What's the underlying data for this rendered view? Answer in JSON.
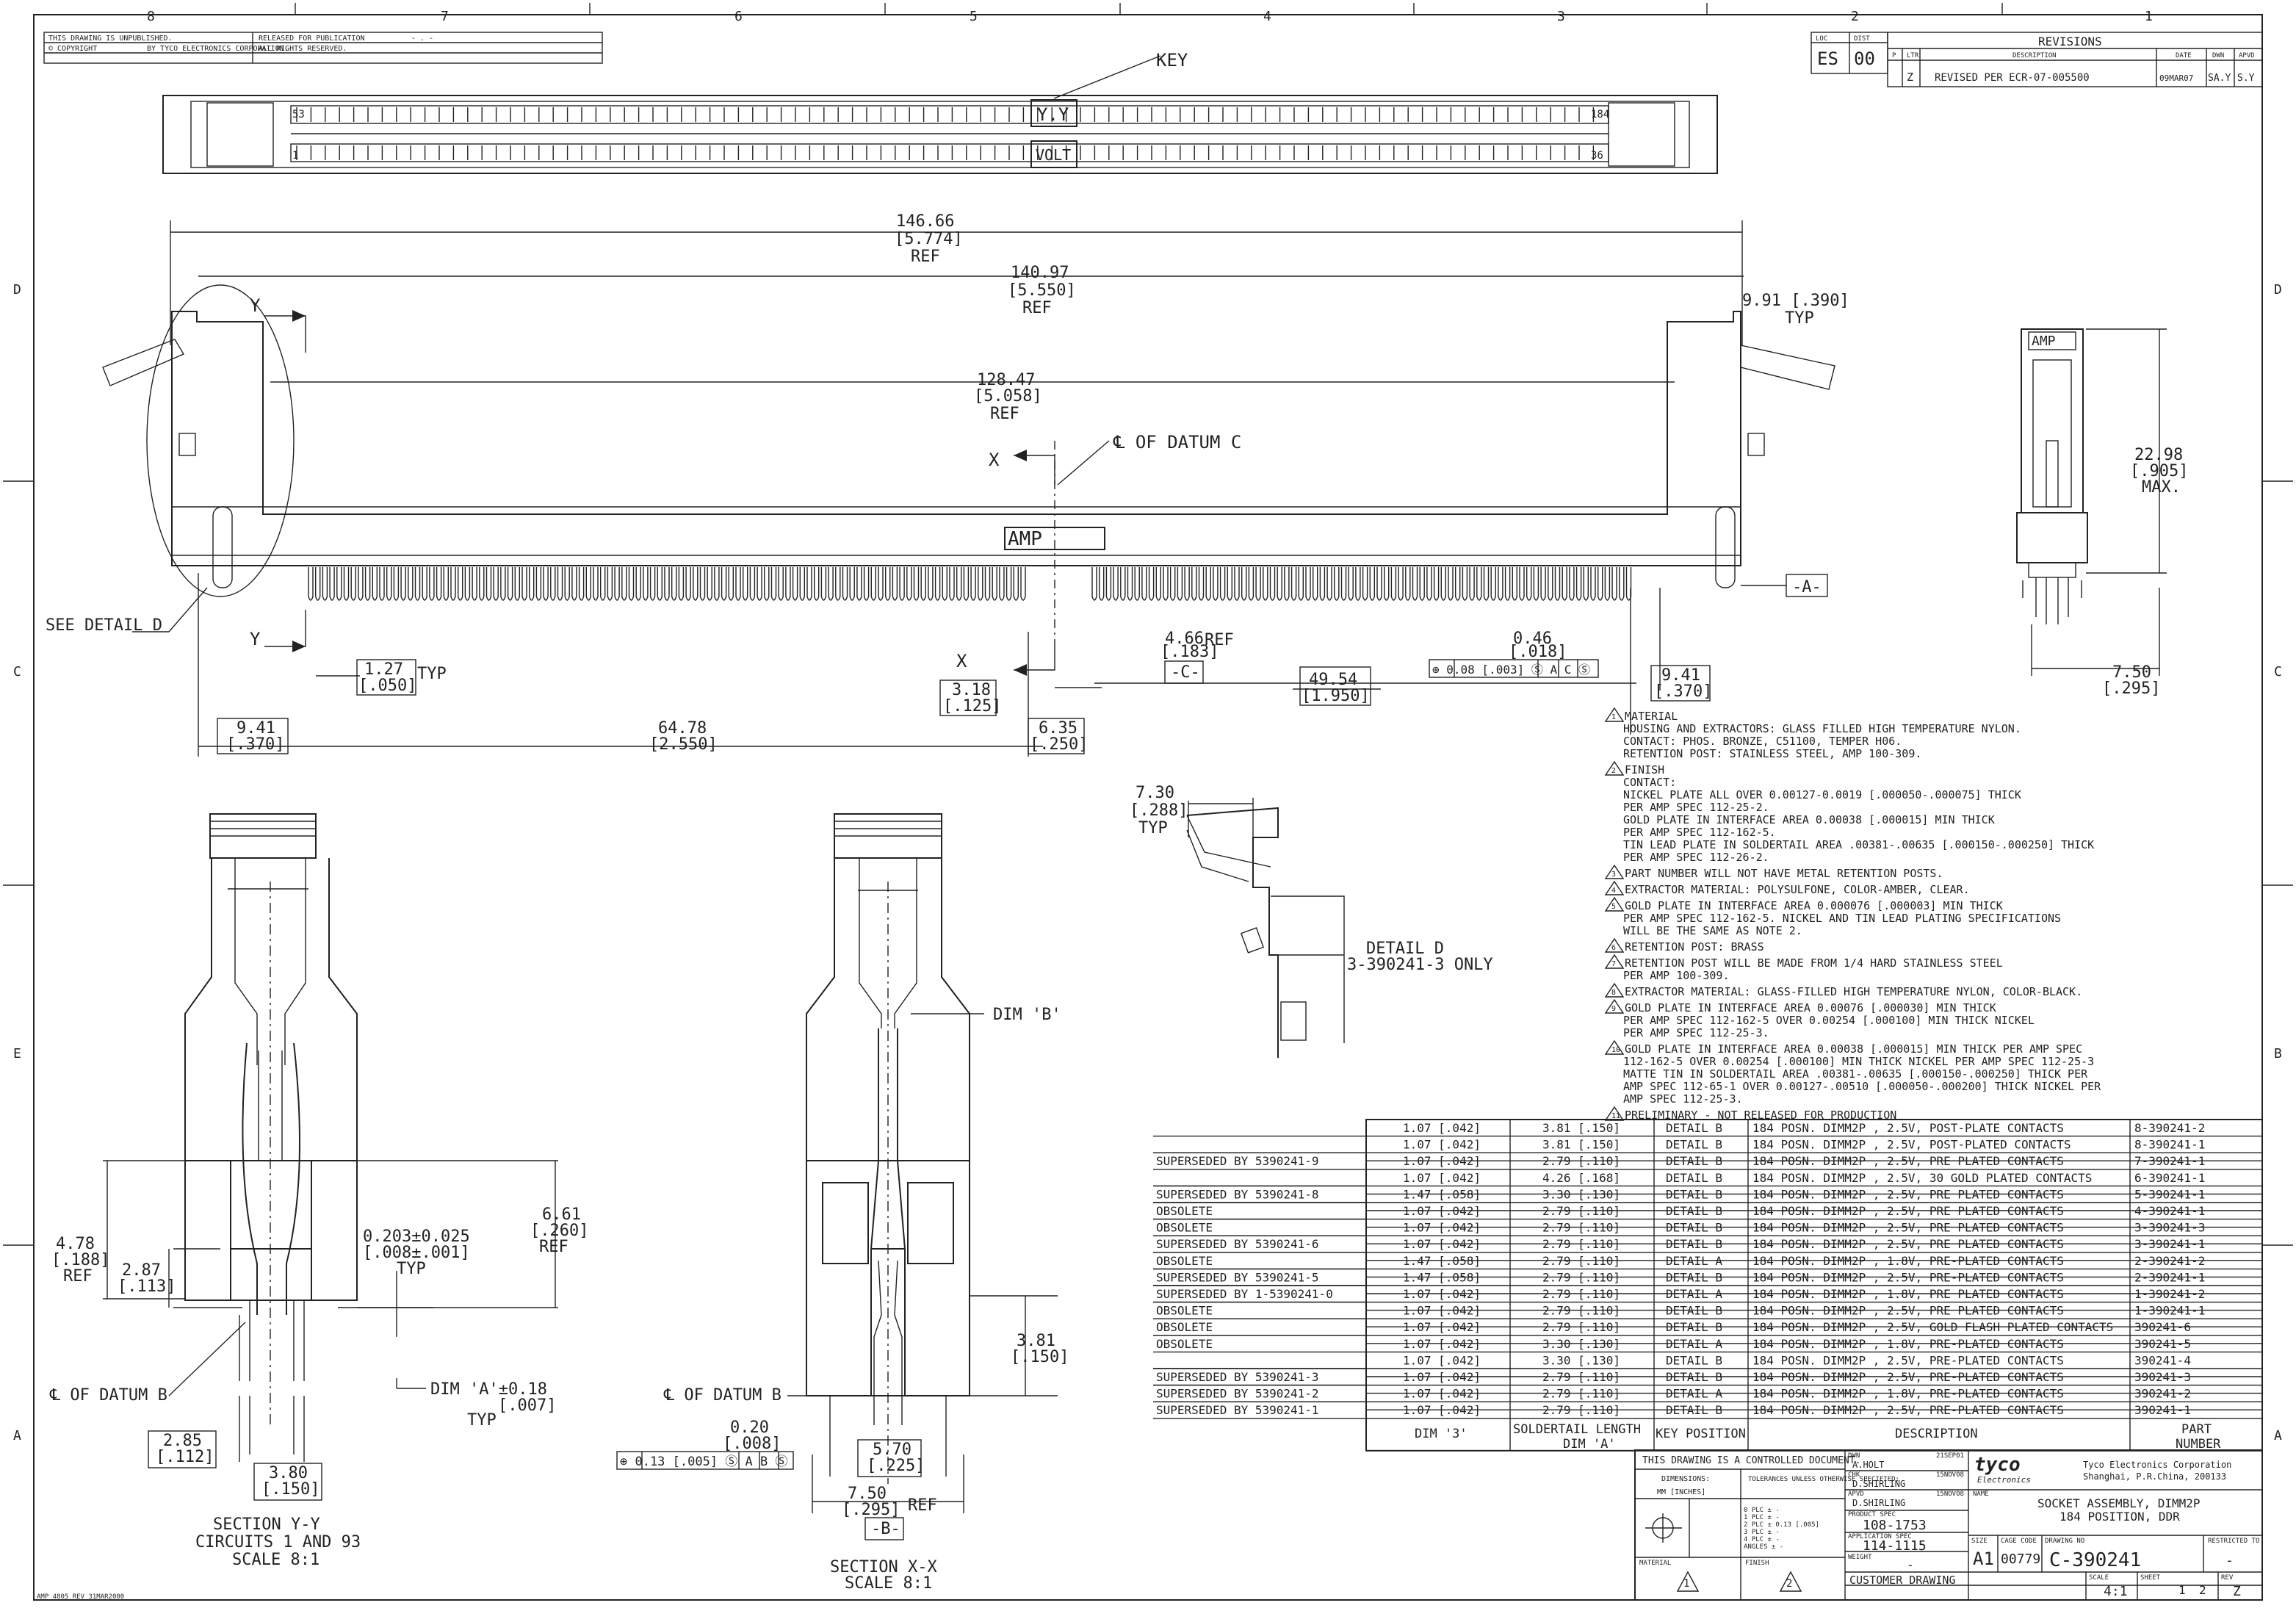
{
  "frame": {
    "col_labels": [
      "8",
      "7",
      "6",
      "5",
      "4",
      "3",
      "2",
      "1"
    ],
    "row_labels": [
      "D",
      "C",
      "E",
      "A"
    ],
    "row_labels_right": [
      "D",
      "C",
      "B",
      "A"
    ]
  },
  "top_left": {
    "unpublished": "THIS DRAWING IS UNPUBLISHED.",
    "released": "RELEASED FOR PUBLICATION",
    "released_val": "- . -",
    "copyright": "© COPYRIGHT",
    "copyright_by": "BY TYCO ELECTRONICS CORPORATION.",
    "rights": "ALL RIGHTS RESERVED."
  },
  "revision_block": {
    "loc_label": "LOC",
    "loc": "ES",
    "dist_label": "DIST",
    "dist": "00",
    "title": "REVISIONS",
    "headers": [
      "P",
      "LTR",
      "DESCRIPTION",
      "DATE",
      "DWN",
      "APVD"
    ],
    "row": {
      "ltr": "Z",
      "desc": "REVISED PER ECR-07-005500",
      "date": "09MAR07",
      "dwn": "SA.Y",
      "apvd": "S.Y"
    }
  },
  "top_view": {
    "key": "KEY",
    "yy": "Y.Y",
    "volt": "VOLT",
    "pin_53": "53",
    "pin_184": "184",
    "pin_1": "1",
    "pin_36": "36"
  },
  "front_view": {
    "d1": "146.66",
    "d1b": "[5.774]",
    "d1c": "REF",
    "d2": "140.97",
    "d2b": "[5.550]",
    "d2c": "REF",
    "d3": "128.47",
    "d3b": "[5.058]",
    "d3c": "REF",
    "d4": "9.91 [.390]",
    "d4b": "TYP",
    "datum_c": "℄ OF DATUM C",
    "amp": "AMP",
    "x_top": "X",
    "x_bot": "X",
    "y_top": "Y",
    "y_bot": "Y",
    "see_detail": "SEE DETAIL D",
    "d_127": "1.27",
    "d_127b": "[.050]",
    "typ": "TYP",
    "d_466": "4.66",
    "d_466b": "[.183]",
    "ref": "REF",
    "datum_c_box": "-C-",
    "d_046": "0.46",
    "d_046b": "[.018]",
    "tol_box": "⊕ 0.08 [.003] Ⓢ A C Ⓢ",
    "d_318": "3.18",
    "d_318b": "[.125]",
    "d_4954": "49.54",
    "d_4954b": "[1.950]",
    "d_941r": "9.41",
    "d_941rb": "[.370]",
    "d_941l": "9.41",
    "d_941lb": "[.370]",
    "d_6478": "64.78",
    "d_6478b": "[2.550]",
    "d_635": "6.35",
    "d_635b": "[.250]",
    "datum_a": "-A-"
  },
  "side_view": {
    "amp": "AMP",
    "d1": "22.98",
    "d1b": "[.905]",
    "d1c": "MAX.",
    "d2": "7.50",
    "d2b": "[.295]"
  },
  "notes": [
    {
      "n": "1",
      "lines": [
        "MATERIAL",
        "HOUSING AND EXTRACTORS: GLASS FILLED HIGH TEMPERATURE NYLON.",
        "CONTACT: PHOS. BRONZE, C51100, TEMPER H06.",
        "RETENTION POST: STAINLESS STEEL, AMP 100-309."
      ]
    },
    {
      "n": "2",
      "lines": [
        "FINISH",
        "CONTACT:",
        "NICKEL PLATE ALL OVER 0.00127-0.0019 [.000050-.000075] THICK",
        "PER AMP SPEC 112-25-2.",
        "GOLD PLATE IN INTERFACE AREA 0.00038 [.000015] MIN THICK",
        "PER AMP SPEC 112-162-5.",
        "TIN LEAD PLATE IN SOLDERTAIL AREA .00381-.00635 [.000150-.000250] THICK",
        "PER AMP SPEC 112-26-2."
      ]
    },
    {
      "n": "3",
      "lines": [
        "PART NUMBER WILL NOT HAVE METAL RETENTION POSTS."
      ]
    },
    {
      "n": "4",
      "lines": [
        "EXTRACTOR MATERIAL: POLYSULFONE, COLOR-AMBER, CLEAR."
      ]
    },
    {
      "n": "5",
      "lines": [
        "GOLD PLATE IN INTERFACE AREA 0.000076 [.000003] MIN THICK",
        "PER AMP SPEC 112-162-5. NICKEL AND TIN LEAD PLATING SPECIFICATIONS",
        "WILL BE THE SAME AS NOTE 2."
      ]
    },
    {
      "n": "6",
      "lines": [
        "RETENTION POST: BRASS"
      ]
    },
    {
      "n": "7",
      "lines": [
        "RETENTION POST WILL BE MADE FROM 1/4 HARD STAINLESS STEEL",
        "PER AMP 100-309."
      ]
    },
    {
      "n": "8",
      "lines": [
        "EXTRACTOR MATERIAL: GLASS-FILLED HIGH TEMPERATURE NYLON, COLOR-BLACK."
      ]
    },
    {
      "n": "9",
      "lines": [
        "GOLD PLATE IN INTERFACE AREA 0.00076 [.000030] MIN THICK",
        "PER AMP SPEC 112-162-5 OVER 0.00254 [.000100] MIN THICK NICKEL",
        "PER AMP SPEC 112-25-3."
      ]
    },
    {
      "n": "10",
      "lines": [
        "GOLD PLATE IN INTERFACE AREA 0.00038 [.000015] MIN THICK PER AMP SPEC",
        "112-162-5 OVER 0.00254 [.000100] MIN THICK NICKEL PER AMP SPEC 112-25-3",
        "MATTE TIN IN SOLDERTAIL AREA .00381-.00635 [.000150-.000250] THICK PER",
        "AMP SPEC 112-65-1 OVER 0.00127-.00510 [.000050-.000200] THICK NICKEL PER",
        "AMP SPEC 112-25-3."
      ]
    },
    {
      "n": "11",
      "lines": [
        "PRELIMINARY - NOT RELEASED FOR PRODUCTION"
      ]
    }
  ],
  "detail_d": {
    "d1": "7.30",
    "d1b": "[.288]",
    "d1c": "TYP",
    "label1": "DETAIL D",
    "label2": "3-390241-3 ONLY"
  },
  "section_yy": {
    "d478": "4.78",
    "d478b": "[.188]",
    "d478c": "REF",
    "d287": "2.87",
    "d287b": "[.113]",
    "d0203": "0.203±0.025",
    "d0203b": "[.008±.001]",
    "d0203c": "TYP",
    "d661": "6.61",
    "d661b": "[.260]",
    "d661c": "REF",
    "datum_b": "℄ OF DATUM B",
    "dim_a": "DIM 'A'±0.18",
    "dim_ab": "[.007]",
    "dim_ac": "TYP",
    "d285": "2.85",
    "d285b": "[.112]",
    "d380": "3.80",
    "d380b": "[.150]",
    "title1": "SECTION Y-Y",
    "title2": "CIRCUITS 1 AND 93",
    "title3": "SCALE 8:1"
  },
  "section_xx": {
    "dim_b": "DIM 'B'",
    "datum_b": "℄ OF DATUM B",
    "d020": "0.20",
    "d020b": "[.008]",
    "tol": "⊕ 0.13 [.005] Ⓢ A B Ⓢ",
    "d381": "3.81",
    "d381b": "[.150]",
    "d570": "5.70",
    "d570b": "[.225]",
    "d750": "7.50",
    "d750b": "[.295]",
    "ref": "REF",
    "datum_b_box": "-B-",
    "title1": "SECTION X-X",
    "title2": "SCALE 8:1"
  },
  "part_table": {
    "headers": [
      "DIM '3'",
      "SOLDERTAIL LENGTH DIM 'A'",
      "KEY POSITION",
      "DESCRIPTION",
      "PART NUMBER"
    ],
    "rows": [
      {
        "note": "",
        "dim3": "1.07 [.042]",
        "dima": "3.81 [.150]",
        "key": "DETAIL B",
        "desc": "184 POSN. DIMM2P , 2.5V, POST-PLATE CONTACTS",
        "pn": "8-390241-2",
        "struck": false
      },
      {
        "note": "",
        "dim3": "1.07 [.042]",
        "dima": "3.81 [.150]",
        "key": "DETAIL B",
        "desc": "184 POSN. DIMM2P , 2.5V, POST-PLATED CONTACTS",
        "pn": "8-390241-1",
        "struck": false
      },
      {
        "note": "SUPERSEDED BY 5390241-9",
        "dim3": "1.07 [.042]",
        "dima": "2.79 [.110]",
        "key": "DETAIL B",
        "desc": "184 POSN. DIMM2P , 2.5V, PRE PLATED CONTACTS",
        "pn": "7-390241-1",
        "struck": true
      },
      {
        "note": "",
        "dim3": "1.07 [.042]",
        "dima": "4.26 [.168]",
        "key": "DETAIL B",
        "desc": "184 POSN. DIMM2P , 2.5V, 30 GOLD PLATED CONTACTS",
        "pn": "6-390241-1",
        "struck": false
      },
      {
        "note": "SUPERSEDED BY 5390241-8",
        "dim3": "1.47 [.058]",
        "dima": "3.30 [.130]",
        "key": "DETAIL B",
        "desc": "184 POSN. DIMM2P , 2.5V, PRE PLATED CONTACTS",
        "pn": "5-390241-1",
        "struck": true
      },
      {
        "note": "OBSOLETE",
        "dim3": "1.07 [.042]",
        "dima": "2.79 [.110]",
        "key": "DETAIL B",
        "desc": "184 POSN. DIMM2P , 2.5V, PRE PLATED CONTACTS",
        "pn": "4-390241-1",
        "struck": true
      },
      {
        "note": "OBSOLETE",
        "dim3": "1.07 [.042]",
        "dima": "2.79 [.110]",
        "key": "DETAIL B",
        "desc": "184 POSN. DIMM2P , 2.5V, PRE PLATED CONTACTS",
        "pn": "3-390241-3",
        "struck": true
      },
      {
        "note": "SUPERSEDED BY 5390241-6",
        "dim3": "1.07 [.042]",
        "dima": "2.79 [.110]",
        "key": "DETAIL B",
        "desc": "184 POSN. DIMM2P , 2.5V, PRE PLATED CONTACTS",
        "pn": "3-390241-1",
        "struck": true
      },
      {
        "note": "OBSOLETE",
        "dim3": "1.47 [.058]",
        "dima": "2.79 [.110]",
        "key": "DETAIL A",
        "desc": "184 POSN. DIMM2P , 1.8V, PRE-PLATED CONTACTS",
        "pn": "2-390241-2",
        "struck": true
      },
      {
        "note": "SUPERSEDED BY 5390241-5",
        "dim3": "1.47 [.058]",
        "dima": "2.79 [.110]",
        "key": "DETAIL B",
        "desc": "184 POSN. DIMM2P , 2.5V, PRE-PLATED CONTACTS",
        "pn": "2-390241-1",
        "struck": true
      },
      {
        "note": "SUPERSEDED BY 1-5390241-0",
        "dim3": "1.07 [.042]",
        "dima": "2.79 [.110]",
        "key": "DETAIL A",
        "desc": "184 POSN. DIMM2P , 1.8V, PRE PLATED CONTACTS",
        "pn": "1-390241-2",
        "struck": true
      },
      {
        "note": "OBSOLETE",
        "dim3": "1.07 [.042]",
        "dima": "2.79 [.110]",
        "key": "DETAIL B",
        "desc": "184 POSN. DIMM2P , 2.5V, PRE PLATED CONTACTS",
        "pn": "1-390241-1",
        "struck": true
      },
      {
        "note": "OBSOLETE",
        "dim3": "1.07 [.042]",
        "dima": "2.79 [.110]",
        "key": "DETAIL B",
        "desc": "184 POSN. DIMM2P , 2.5V, GOLD FLASH PLATED CONTACTS",
        "pn": "390241-6",
        "struck": true
      },
      {
        "note": "OBSOLETE",
        "dim3": "1.07 [.042]",
        "dima": "3.30 [.130]",
        "key": "DETAIL A",
        "desc": "184 POSN. DIMM2P , 1.8V, PRE-PLATED CONTACTS",
        "pn": "390241-5",
        "struck": true
      },
      {
        "note": "",
        "dim3": "1.07 [.042]",
        "dima": "3.30 [.130]",
        "key": "DETAIL B",
        "desc": "184 POSN. DIMM2P , 2.5V, PRE-PLATED CONTACTS",
        "pn": "390241-4",
        "struck": false
      },
      {
        "note": "SUPERSEDED BY 5390241-3",
        "dim3": "1.07 [.042]",
        "dima": "2.79 [.110]",
        "key": "DETAIL B",
        "desc": "184 POSN. DIMM2P , 2.5V, PRE-PLATED CONTACTS",
        "pn": "390241-3",
        "struck": true
      },
      {
        "note": "SUPERSEDED BY 5390241-2",
        "dim3": "1.07 [.042]",
        "dima": "2.79 [.110]",
        "key": "DETAIL A",
        "desc": "184 POSN. DIMM2P , 1.8V, PRE-PLATED CONTACTS",
        "pn": "390241-2",
        "struck": true
      },
      {
        "note": "SUPERSEDED BY 5390241-1",
        "dim3": "1.07 [.042]",
        "dima": "2.79 [.110]",
        "key": "DETAIL B",
        "desc": "184 POSN. DIMM2P , 2.5V, PRE-PLATED CONTACTS",
        "pn": "390241-1",
        "struck": true
      }
    ]
  },
  "title_block": {
    "controlled": "THIS DRAWING IS A CONTROLLED DOCUMENT.",
    "dwn_label": "DWN",
    "dwn": "A.HOLT",
    "dwn_date": "21SEP01",
    "chk_label": "CHK",
    "chk": "D.SHIRLING",
    "chk_date": "15NOV08",
    "appd_label": "APVD",
    "appd": "D.SHIRLING",
    "appd_date": "15NOV08",
    "dimensions": "DIMENSIONS:",
    "dimensions_val": "MM [INCHES]",
    "tolerances": "TOLERANCES UNLESS OTHERWISE SPECIFIED:",
    "tol_lines": [
      "0 PLC ±  -",
      "1 PLC ±  -",
      "2 PLC ± 0.13 [.005]",
      "3 PLC ±  -",
      "4 PLC ±  -",
      "ANGLES ±  -"
    ],
    "product_spec_label": "PRODUCT SPEC",
    "product_spec": "108-1753",
    "app_spec_label": "APPLICATION SPEC",
    "app_spec": "114-1115",
    "weight_label": "WEIGHT",
    "weight": "-",
    "material_label": "MATERIAL",
    "material": "1",
    "finish_label": "FINISH",
    "finish": "2",
    "logo": "tyco",
    "logo_sub": "Electronics",
    "company": "Tyco Electronics Corporation",
    "company_addr": "Shanghai, P.R.China, 200133",
    "name_label": "NAME",
    "name1": "SOCKET ASSEMBLY, DIMM2P",
    "name2": "184 POSITION, DDR",
    "size_label": "SIZE",
    "size": "A1",
    "cage_label": "CAGE CODE",
    "cage": "00779",
    "dwg_label": "DRAWING NO",
    "dwg": "C-390241",
    "restricted_label": "RESTRICTED TO",
    "restricted": "-",
    "customer": "CUSTOMER DRAWING",
    "scale_label": "SCALE",
    "scale": "4:1",
    "sheet_label": "SHEET",
    "sheet": "1",
    "sheet_of": "2",
    "rev_label": "REV",
    "rev": "Z"
  },
  "footer": "AMP 4805 REV 31MAR2000"
}
